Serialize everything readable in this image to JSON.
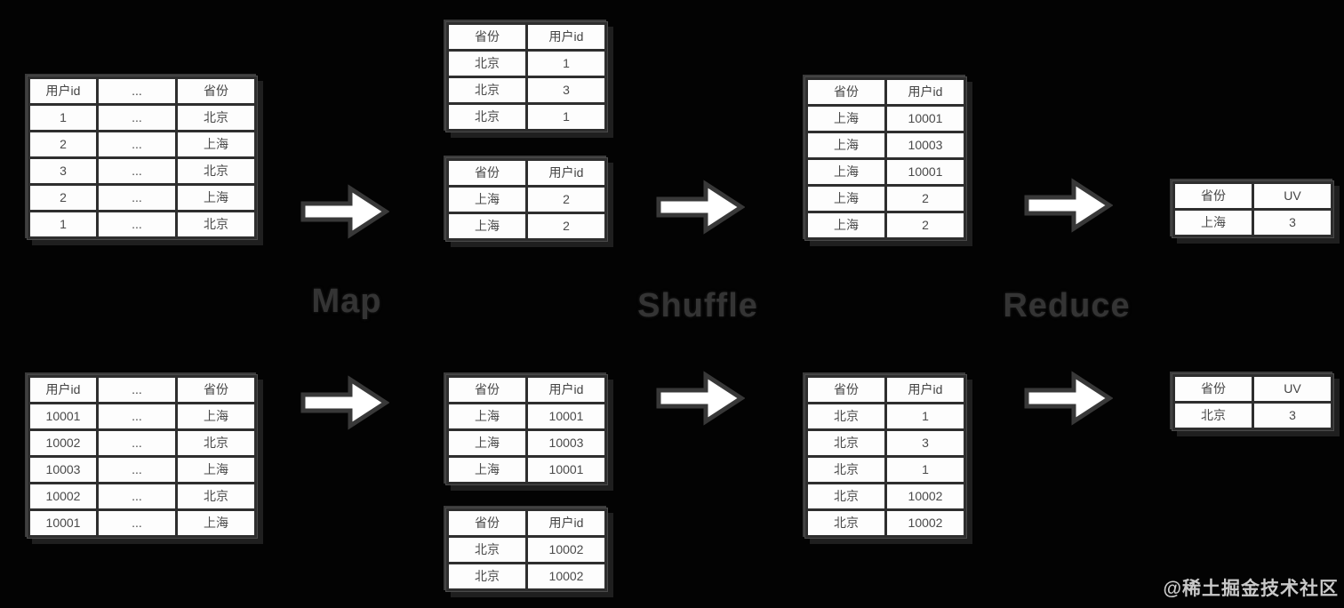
{
  "stage_labels": {
    "map": "Map",
    "shuffle": "Shuffle",
    "reduce": "Reduce"
  },
  "watermark": "@稀土掘金技术社区",
  "colors": {
    "background": "#030303",
    "cell_bg": "#fdfdfd",
    "cell_text": "#4a4a4a",
    "table_grid": "#2e2e2e",
    "label_text": "#343434",
    "arrow_fill": "#ffffff",
    "arrow_stroke": "#383838",
    "watermark_text": "#c9c9c9"
  },
  "tables": {
    "top_input": {
      "headers": [
        "用户id",
        "...",
        "省份"
      ],
      "rows": [
        [
          "1",
          "...",
          "北京"
        ],
        [
          "2",
          "...",
          "上海"
        ],
        [
          "3",
          "...",
          "北京"
        ],
        [
          "2",
          "...",
          "上海"
        ],
        [
          "1",
          "...",
          "北京"
        ]
      ]
    },
    "top_map_out_1": {
      "headers": [
        "省份",
        "用户id"
      ],
      "rows": [
        [
          "北京",
          "1"
        ],
        [
          "北京",
          "3"
        ],
        [
          "北京",
          "1"
        ]
      ]
    },
    "top_map_out_2": {
      "headers": [
        "省份",
        "用户id"
      ],
      "rows": [
        [
          "上海",
          "2"
        ],
        [
          "上海",
          "2"
        ]
      ]
    },
    "top_shuffle_out": {
      "headers": [
        "省份",
        "用户id"
      ],
      "rows": [
        [
          "上海",
          "10001"
        ],
        [
          "上海",
          "10003"
        ],
        [
          "上海",
          "10001"
        ],
        [
          "上海",
          "2"
        ],
        [
          "上海",
          "2"
        ]
      ]
    },
    "top_reduce_out": {
      "headers": [
        "省份",
        "UV"
      ],
      "rows": [
        [
          "上海",
          "3"
        ]
      ]
    },
    "bottom_input": {
      "headers": [
        "用户id",
        "...",
        "省份"
      ],
      "rows": [
        [
          "10001",
          "...",
          "上海"
        ],
        [
          "10002",
          "...",
          "北京"
        ],
        [
          "10003",
          "...",
          "上海"
        ],
        [
          "10002",
          "...",
          "北京"
        ],
        [
          "10001",
          "...",
          "上海"
        ]
      ]
    },
    "bottom_map_out_1": {
      "headers": [
        "省份",
        "用户id"
      ],
      "rows": [
        [
          "上海",
          "10001"
        ],
        [
          "上海",
          "10003"
        ],
        [
          "上海",
          "10001"
        ]
      ]
    },
    "bottom_map_out_2": {
      "headers": [
        "省份",
        "用户id"
      ],
      "rows": [
        [
          "北京",
          "10002"
        ],
        [
          "北京",
          "10002"
        ]
      ]
    },
    "bottom_shuffle_out": {
      "headers": [
        "省份",
        "用户id"
      ],
      "rows": [
        [
          "北京",
          "1"
        ],
        [
          "北京",
          "3"
        ],
        [
          "北京",
          "1"
        ],
        [
          "北京",
          "10002"
        ],
        [
          "北京",
          "10002"
        ]
      ]
    },
    "bottom_reduce_out": {
      "headers": [
        "省份",
        "UV"
      ],
      "rows": [
        [
          "北京",
          "3"
        ]
      ]
    }
  }
}
